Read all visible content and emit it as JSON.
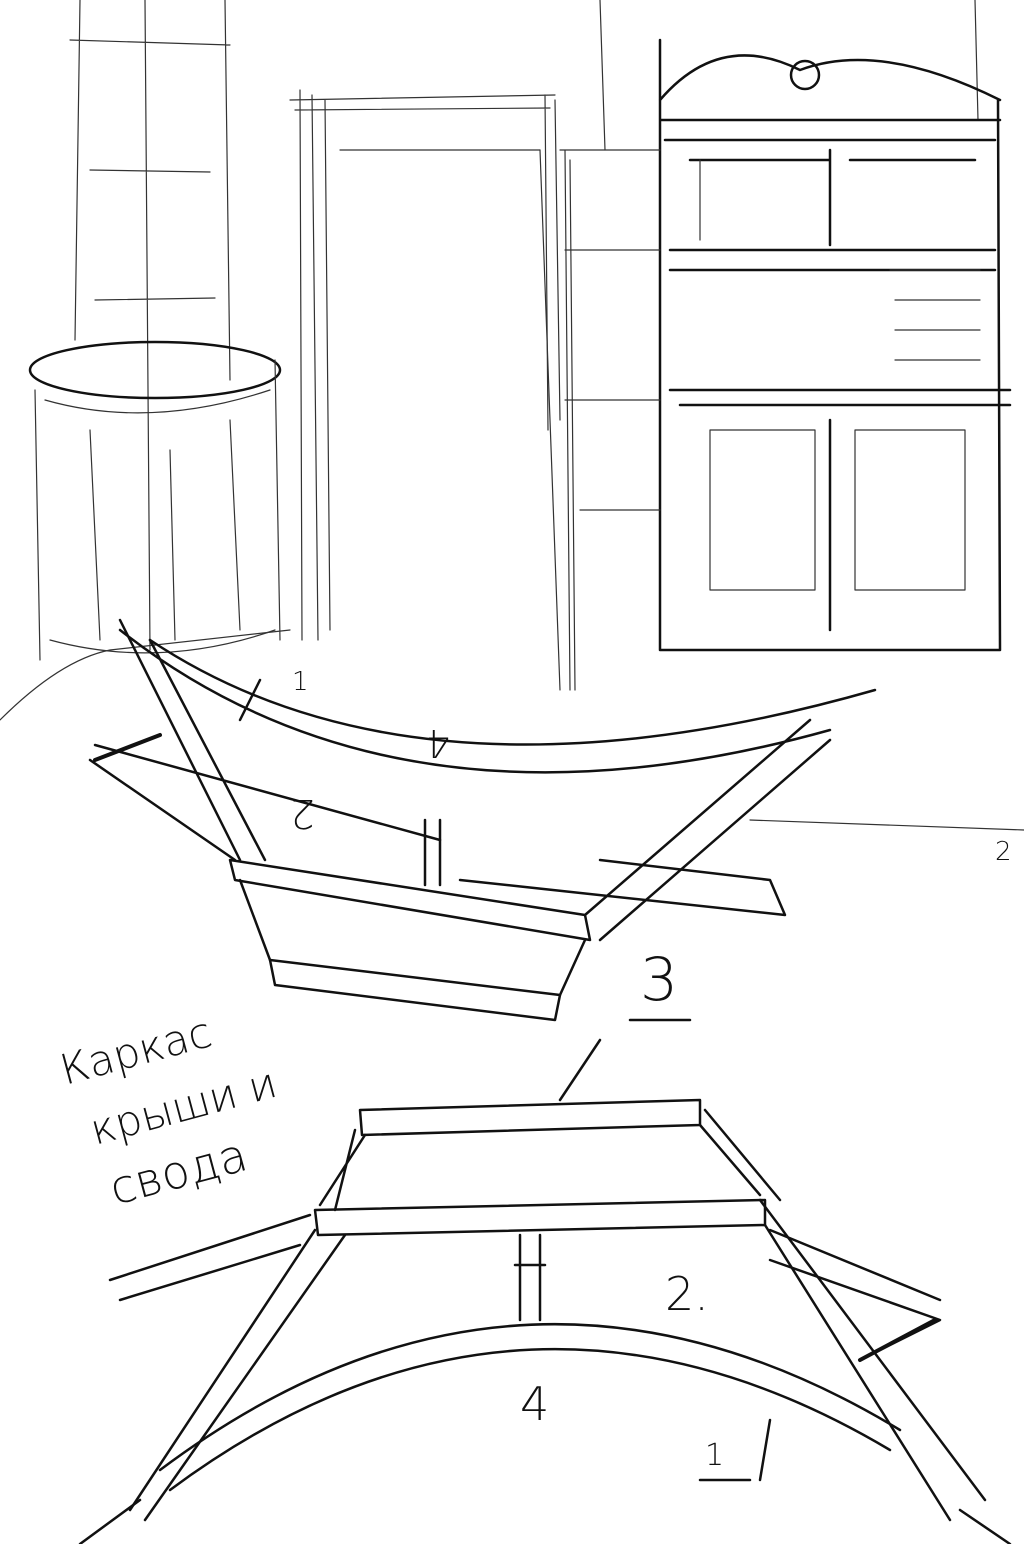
{
  "caption": {
    "line1": "Каркас",
    "line2": "крыши и",
    "line3": "свода"
  },
  "labels": {
    "top_1": "1",
    "top_4": "4",
    "top_2": "2",
    "top_3": "3",
    "right_edge": "2",
    "bottom_2": "2.",
    "bottom_4": "4",
    "bottom_1": "1"
  },
  "colors": {
    "ink": "#111111",
    "paper": "#ffffff"
  }
}
